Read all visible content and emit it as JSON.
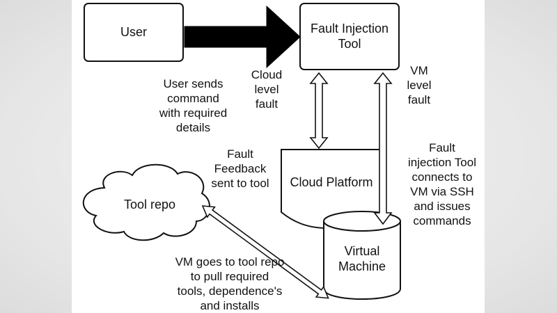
{
  "diagram": {
    "nodes": {
      "user": "User",
      "fault_tool": "Fault Injection\nTool",
      "cloud_platform": "Cloud Platform",
      "tool_repo": "Tool repo",
      "virtual_machine": "Virtual\nMachine"
    },
    "edges": {
      "user_sends": "User sends\ncommand\nwith required\ndetails",
      "cloud_fault": "Cloud\nlevel\nfault",
      "vm_fault": "VM\nlevel\nfault",
      "feedback": "Fault\nFeedback\nsent to tool",
      "ssh": "Fault\ninjection Tool\nconnects to\nVM via SSH\nand issues\ncommands",
      "repo_pull": "VM goes to tool repo\nto pull required\ntools, dependence's\nand installs"
    }
  }
}
